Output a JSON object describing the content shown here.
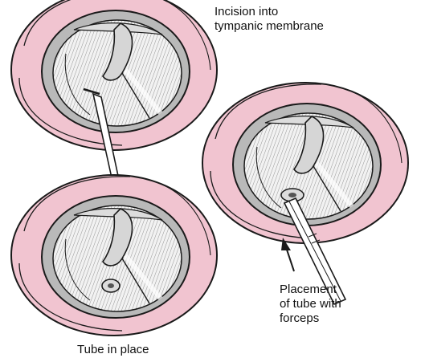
{
  "captions": {
    "incision": [
      "Incision into",
      "tympanic membrane"
    ],
    "placement": [
      "Placement",
      "of tube with",
      "forceps"
    ],
    "in_place": "Tube in place"
  },
  "colors": {
    "canal_pink": "#f1c4d0",
    "rim_gray": "#b9b9b9",
    "membrane_light": "#eeeeee",
    "ink": "#1a1a1a"
  },
  "icons": {
    "scalpel": "scalpel-icon",
    "forceps": "forceps-icon",
    "arrow": "arrow-up-icon",
    "tube": "ventilation-tube-icon"
  }
}
